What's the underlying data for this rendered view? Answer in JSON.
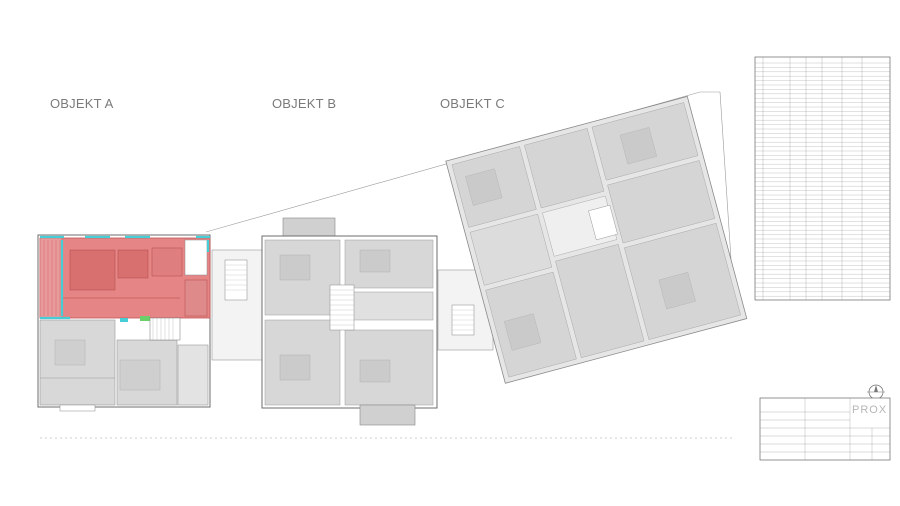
{
  "labels": {
    "objekt_a": "OBJEKT A",
    "objekt_b": "OBJEKT B",
    "objekt_c": "OBJEKT C"
  },
  "title_block": {
    "brand": "PROX"
  },
  "colors": {
    "highlight": "#e07e7e",
    "accent": "#46cdd6",
    "plan_gray": "#d9d9d9",
    "line": "#8a8a8a"
  },
  "icons": [
    "north-arrow-icon"
  ]
}
